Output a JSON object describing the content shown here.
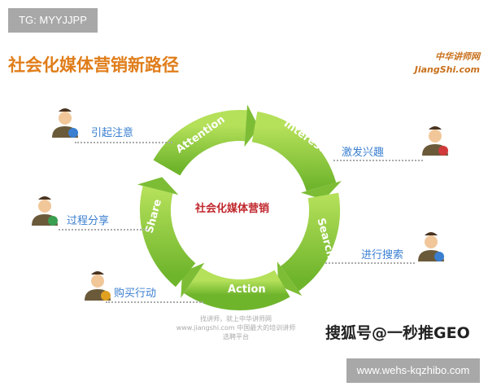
{
  "watermark_tag": "TG: MYYJJPP",
  "title": "社会化媒体营销新路径",
  "logo": {
    "line1": "中华讲师网",
    "line2": "JiangShi.com"
  },
  "center_label": "社会化媒体营销",
  "ring_steps": [
    "Attention",
    "Interest",
    "Search",
    "Action",
    "Share"
  ],
  "side_labels": {
    "attention": "引起注意",
    "interest": "激发兴趣",
    "search": "进行搜索",
    "action": "购买行动",
    "share": "过程分享"
  },
  "footer": {
    "line1": "找讲师，就上中华讲师网",
    "line2": "www.jiangshi.com 中国最大的培训讲师",
    "line3": "选聘平台"
  },
  "source_watermark": "搜狐号@一秒推GEO",
  "url_badge": "www.wehs-kqzhibo.com",
  "colors": {
    "ring": "#8cc63f",
    "title": "#e07d1a",
    "center": "#c0282d",
    "labels": "#3a7fd0"
  }
}
